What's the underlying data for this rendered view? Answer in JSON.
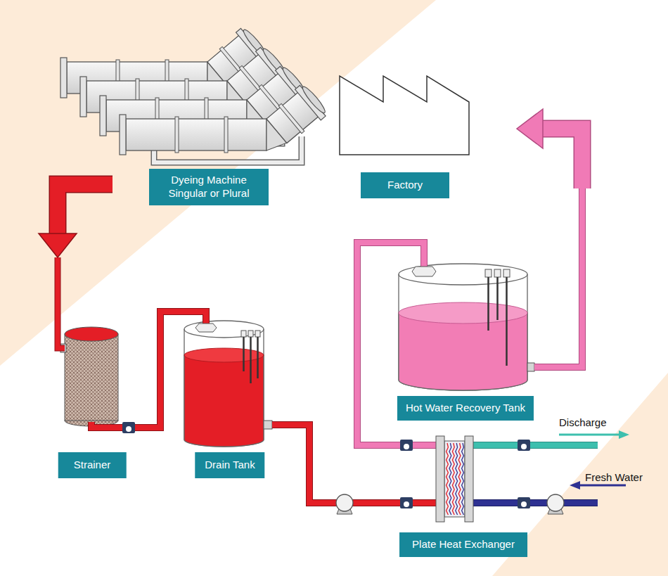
{
  "diagram": {
    "nodes": [
      {
        "text": [
          "Dyeing Machine Singular or Plural"
        ]
      },
      {
        "text": [
          "Factory"
        ]
      },
      {
        "text": [
          "Strainer"
        ]
      },
      {
        "text": [
          "Drain Tank"
        ]
      },
      {
        "text": [
          "Hot Water Recovery Tank"
        ]
      },
      {
        "text": [
          "Plate Heat Exchanger"
        ]
      }
    ],
    "edges": [
      {
        "from": 0,
        "to": 2,
        "arrow": "to"
      },
      {
        "from": 2,
        "to": 3,
        "arrow": "none"
      },
      {
        "from": 3,
        "to": 5,
        "arrow": "none"
      },
      {
        "from": 5,
        "to": 4,
        "arrow": "none"
      },
      {
        "from": 4,
        "to": 1,
        "arrow": "to"
      }
    ],
    "labels": [
      "Discharge",
      "Fresh Water"
    ]
  }
}
